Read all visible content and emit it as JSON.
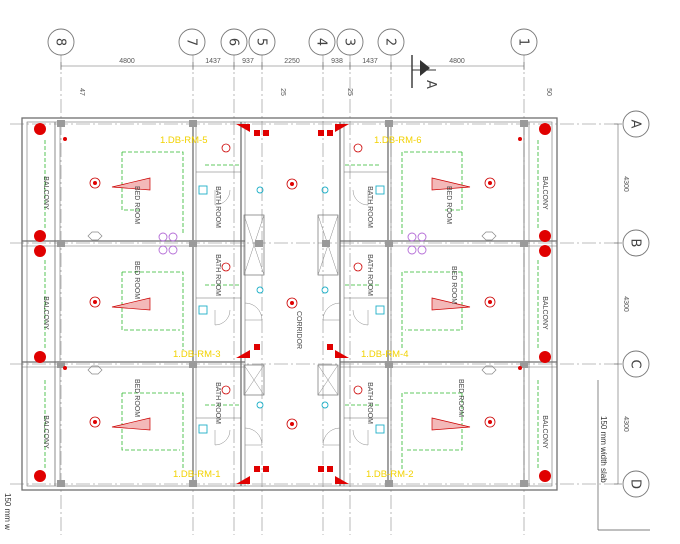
{
  "column_grid": [
    "8",
    "7",
    "6",
    "5",
    "4",
    "3",
    "2",
    "1"
  ],
  "row_grid": [
    "A",
    "B",
    "C",
    "D"
  ],
  "top_dimensions": [
    "4800",
    "1437",
    "937",
    "2250",
    "938",
    "1437",
    "4800"
  ],
  "side_dimensions": [
    "4300",
    "4300",
    "4300"
  ],
  "small_dims": [
    "47",
    "25",
    "25",
    "50"
  ],
  "section_marker": "A",
  "rooms": {
    "balcony": "BALCONY",
    "bed_room": "BED ROOM",
    "bath_room": "BATH ROOM",
    "corridor": "CORRIDOR"
  },
  "distribution_boards": [
    "1.DB-RM-5",
    "1.DB-RM-6",
    "1.DB-RM-3",
    "1.DB-RM-4",
    "1.DB-RM-1",
    "1.DB-RM-2"
  ],
  "notes": {
    "right": "150 mm width slab",
    "left": "150 mm w"
  },
  "colors": {
    "grid_line": "#9a9a9a",
    "wall": "#7a7a7a",
    "green_circuit": "#2eb82e",
    "red_marker": "#e00000",
    "db_label": "#f2d200",
    "fixture_cyan": "#1fb0c8",
    "fixture_purple": "#b36bd6"
  }
}
